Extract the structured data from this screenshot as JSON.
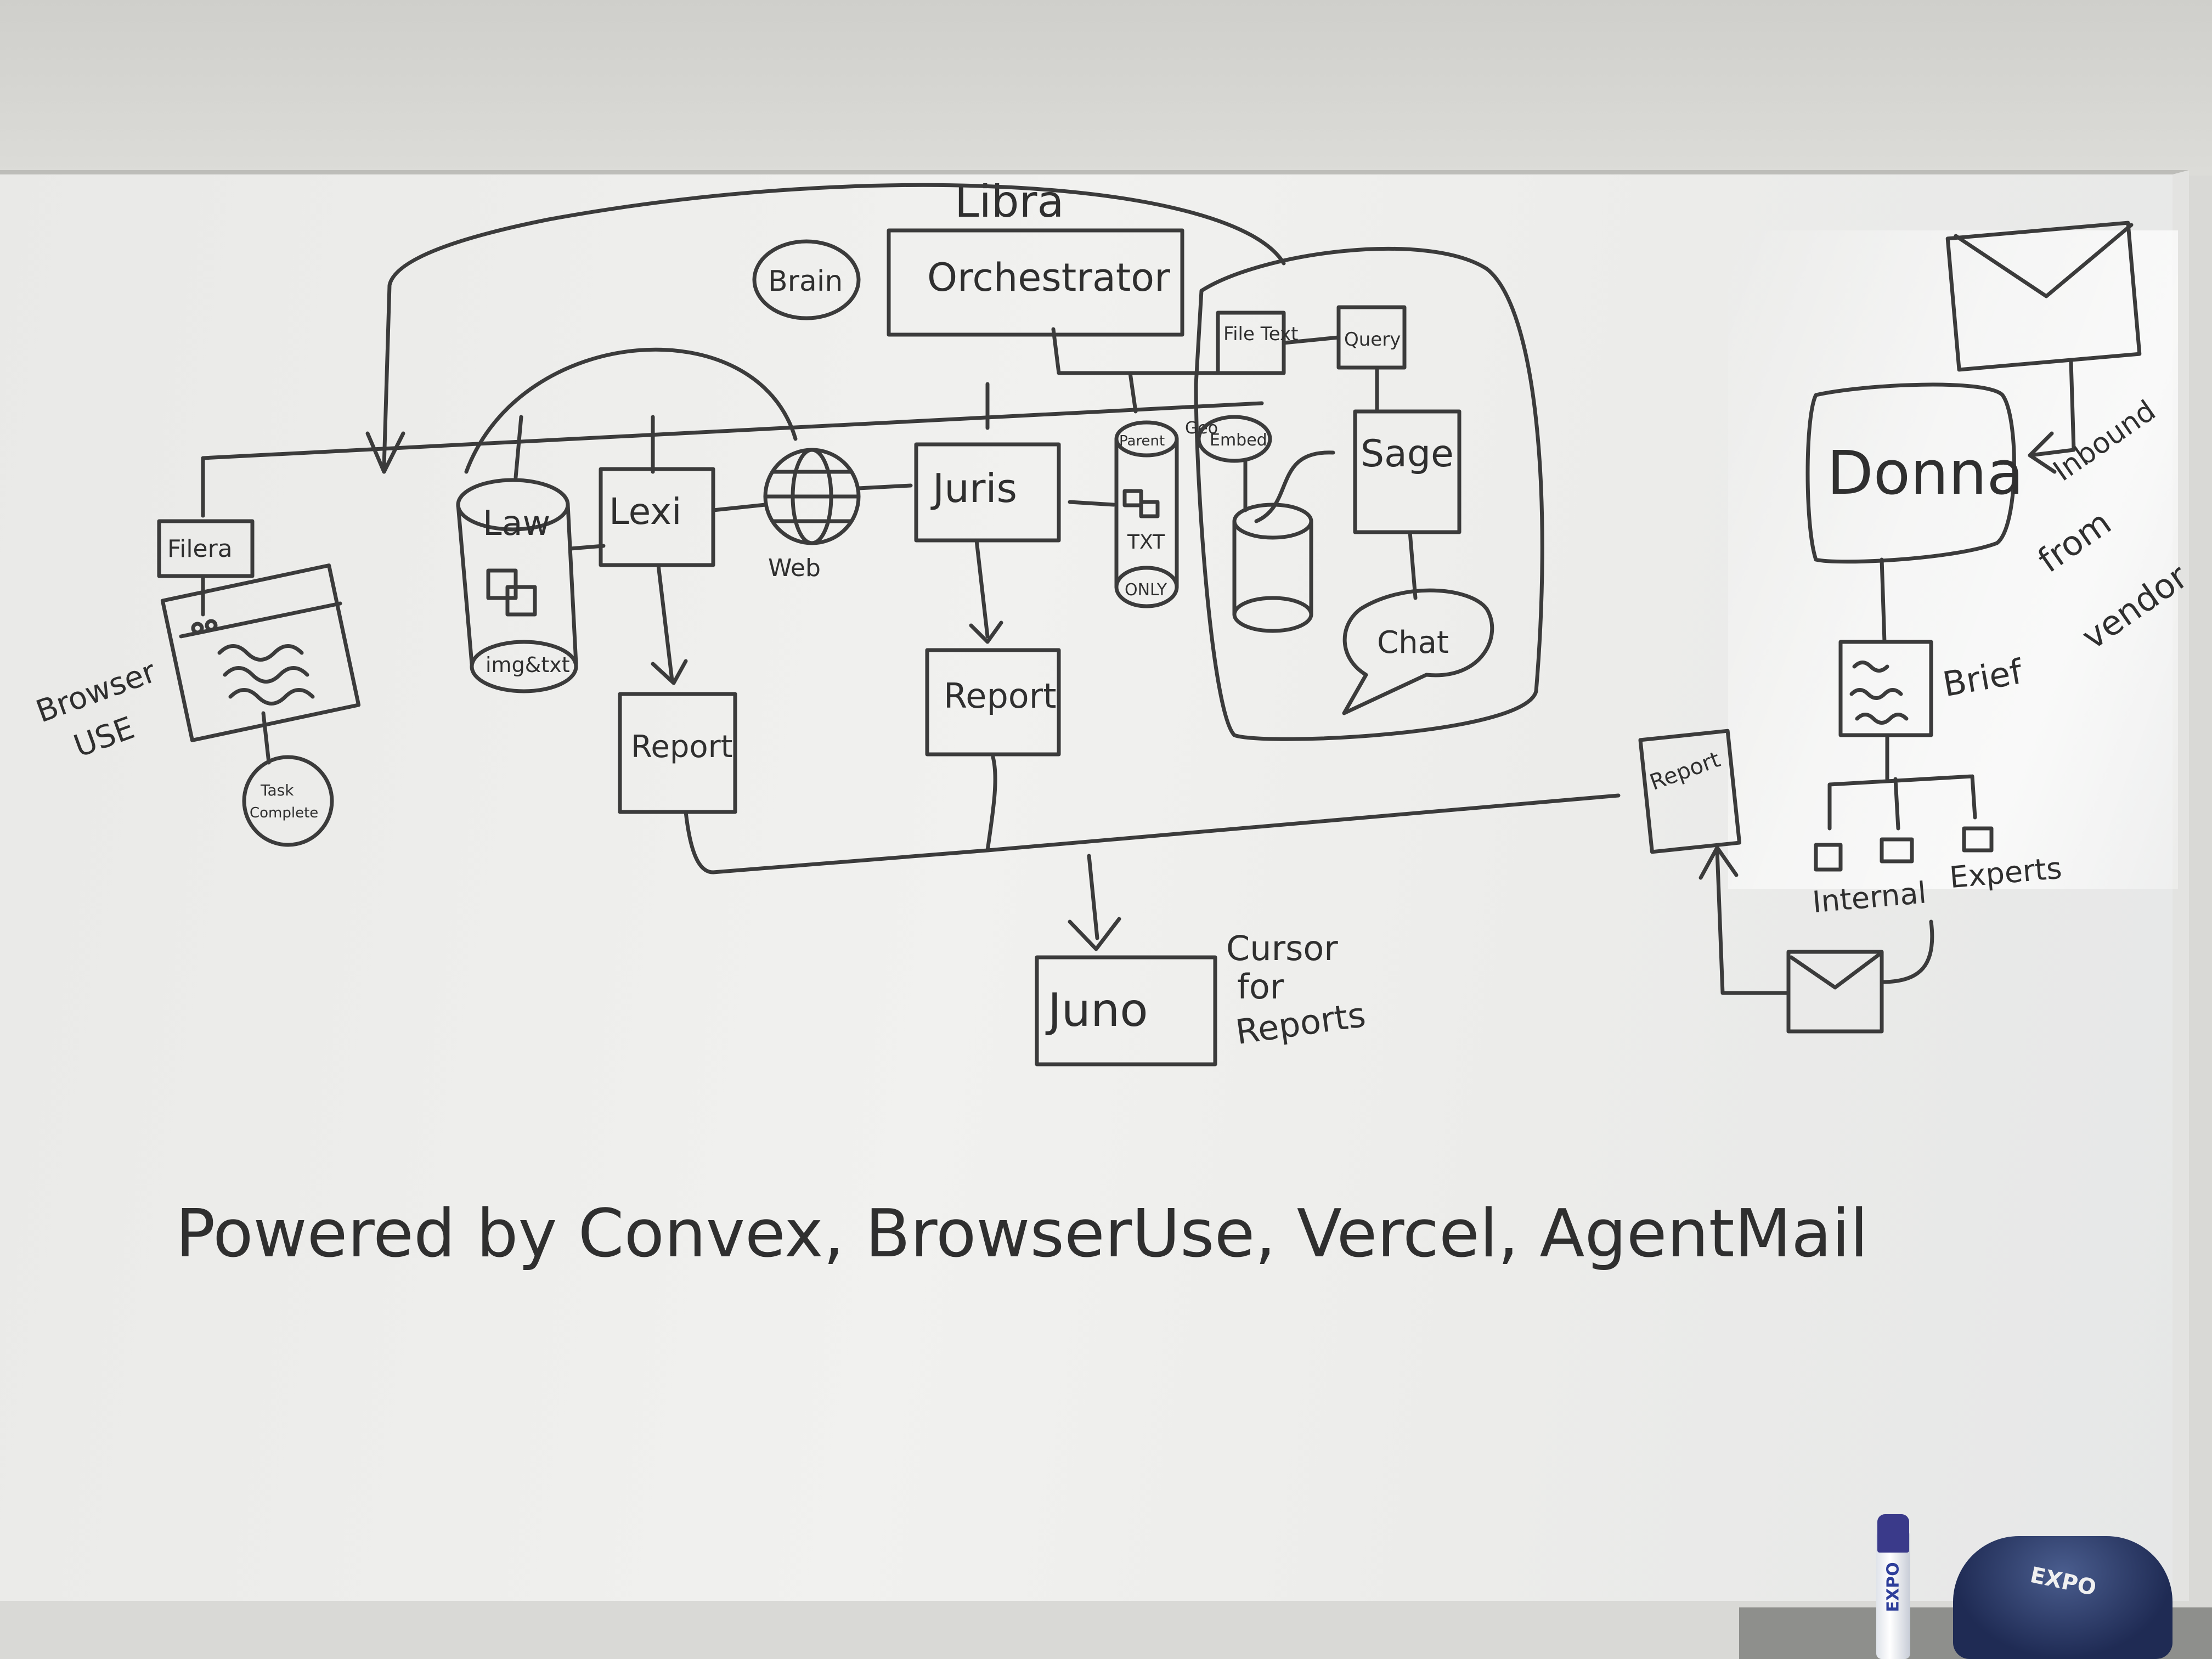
{
  "diagram": {
    "title": "Libra",
    "nodes": {
      "brain": "Brain",
      "orchestrator": "Orchestrator",
      "file_text": "File Text",
      "query": "Query",
      "parent": "Parent",
      "geo": "Geo",
      "embed": "Embed",
      "sage": "Sage",
      "chat": "Chat",
      "law": "Law",
      "img_txt": "img&txt",
      "lexi": "Lexi",
      "web": "Web",
      "juris": "Juris",
      "txt_only_1": "TXT",
      "txt_only_2": "ONLY",
      "report_lexi": "Report",
      "report_juris": "Report",
      "report_donna": "Report",
      "filera": "Filera",
      "browser_use_1": "Browser",
      "browser_use_2": "USE",
      "task_complete_1": "Task",
      "task_complete_2": "Complete",
      "juno": "Juno",
      "juno_note_1": "Cursor",
      "juno_note_2": "for",
      "juno_note_3": "Reports",
      "donna": "Donna",
      "inbound_1": "Inbound",
      "inbound_2": "from",
      "inbound_3": "vendor",
      "brief": "Brief",
      "internal": "Internal",
      "experts": "Experts"
    },
    "footer": "Powered by Convex, BrowserUse, Vercel, AgentMail"
  },
  "props": {
    "marker_brand": "EXPO",
    "eraser_brand": "EXPO"
  }
}
